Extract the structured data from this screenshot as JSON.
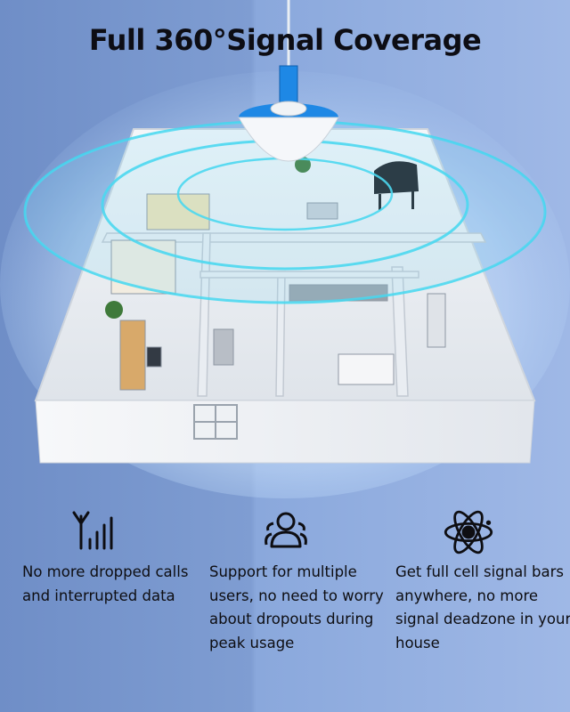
{
  "title": "Full 360°Signal Coverage",
  "features": [
    {
      "icon": "signal-bars-icon",
      "text": "No more dropped calls and interrupted data"
    },
    {
      "icon": "users-icon",
      "text": "Support for multiple users, no need to worry about dropouts during peak usage"
    },
    {
      "icon": "atom-icon",
      "text": "Get full cell signal bars anywhere, no more signal deadzone in your house"
    }
  ],
  "colors": {
    "background_left": "#6f8ec7",
    "background_right": "#9fb8e6",
    "signal_ring": "#40d8f0",
    "antenna_blue": "#1e88e5"
  }
}
